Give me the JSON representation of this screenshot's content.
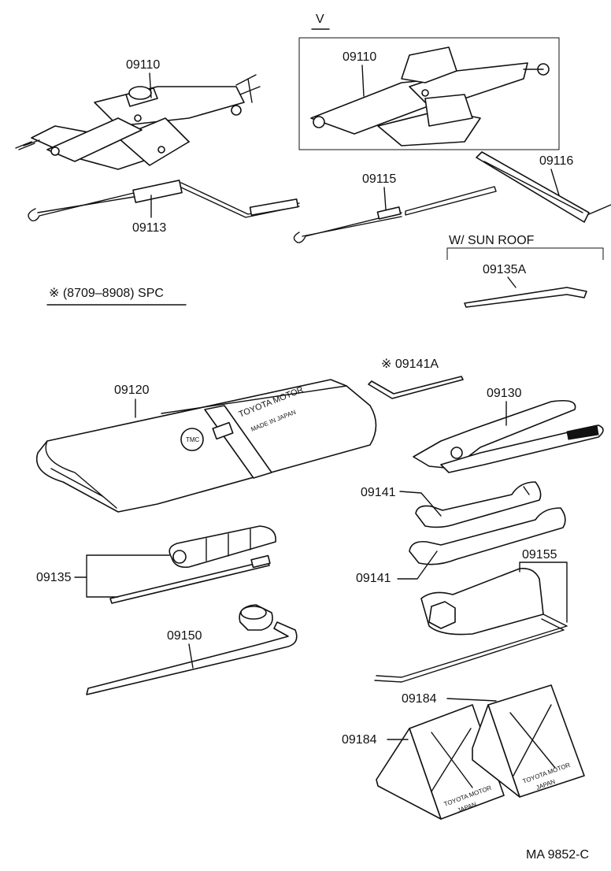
{
  "labels": {
    "jack_a": "09110",
    "v_marker": "V",
    "jack_b": "09110",
    "handle_a": "09113",
    "handle_b": "09115",
    "lever": "09116",
    "sunroof_note": "W/ SUN  ROOF",
    "sunroof_part": "09135A",
    "spc_note": "※ (8709–8908) SPC",
    "hex_key": "※ 09141A",
    "tool_bag": "09120",
    "pliers": "09130",
    "wrench_a": "09141",
    "wrench_b": "09141",
    "screwdriver": "09135",
    "plug_wrench": "09155",
    "wheel_wrench": "09150",
    "chock_a": "09184",
    "chock_b": "09184",
    "diagram_code": "MA  9852-C"
  },
  "imprint": {
    "bag_brand": "TOYOTA MOTOR",
    "bag_origin": "MADE IN JAPAN",
    "chock_brand": "TOYOTA MOTOR",
    "chock_origin": "JAPAN"
  }
}
